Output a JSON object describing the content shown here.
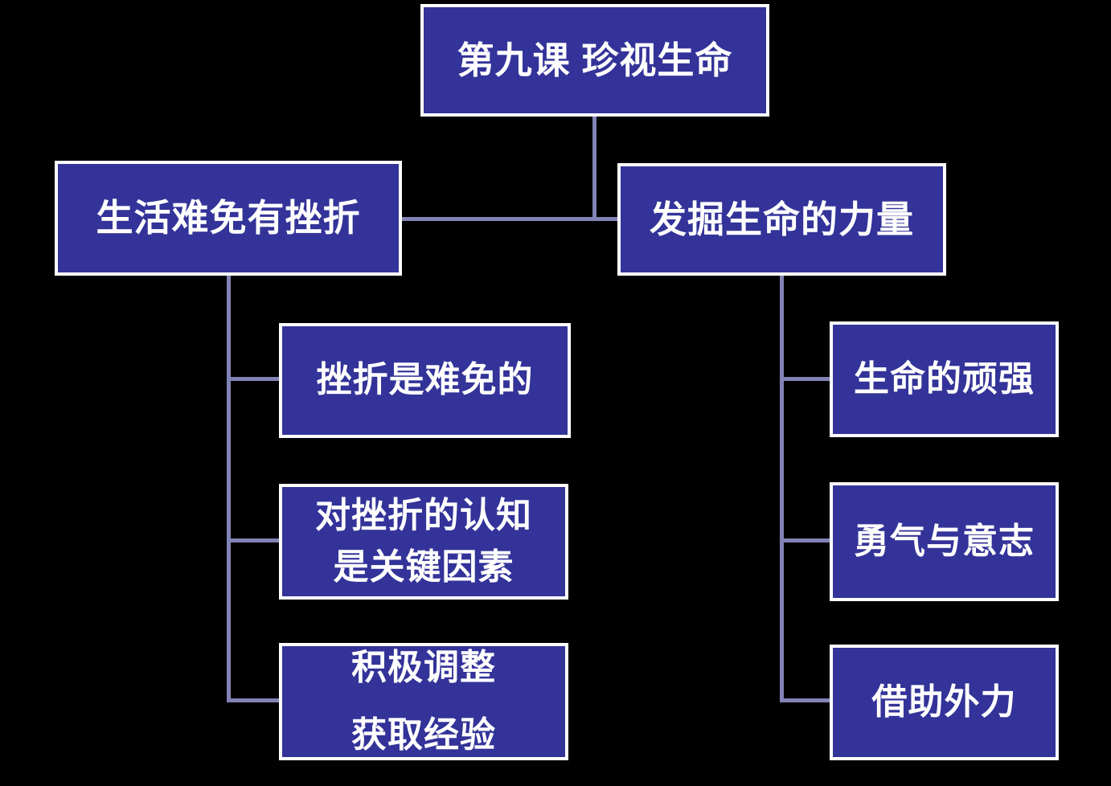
{
  "diagram": {
    "colors": {
      "background": "#000000",
      "box_fill": "#333399",
      "box_border": "#ffffff",
      "connector": "#8183b5",
      "text": "#ffffff"
    },
    "root": {
      "label": "第九课 珍视生命"
    },
    "left_branch": {
      "label": "生活难免有挫折",
      "children": [
        {
          "lines": [
            "挫折是难免的"
          ]
        },
        {
          "lines": [
            "对挫折的认知",
            "是关键因素"
          ]
        },
        {
          "lines": [
            "积极调整",
            "获取经验"
          ]
        }
      ]
    },
    "right_branch": {
      "label": "发掘生命的力量",
      "children": [
        {
          "lines": [
            "生命的顽强"
          ]
        },
        {
          "lines": [
            "勇气与意志"
          ]
        },
        {
          "lines": [
            "借助外力"
          ]
        }
      ]
    }
  }
}
